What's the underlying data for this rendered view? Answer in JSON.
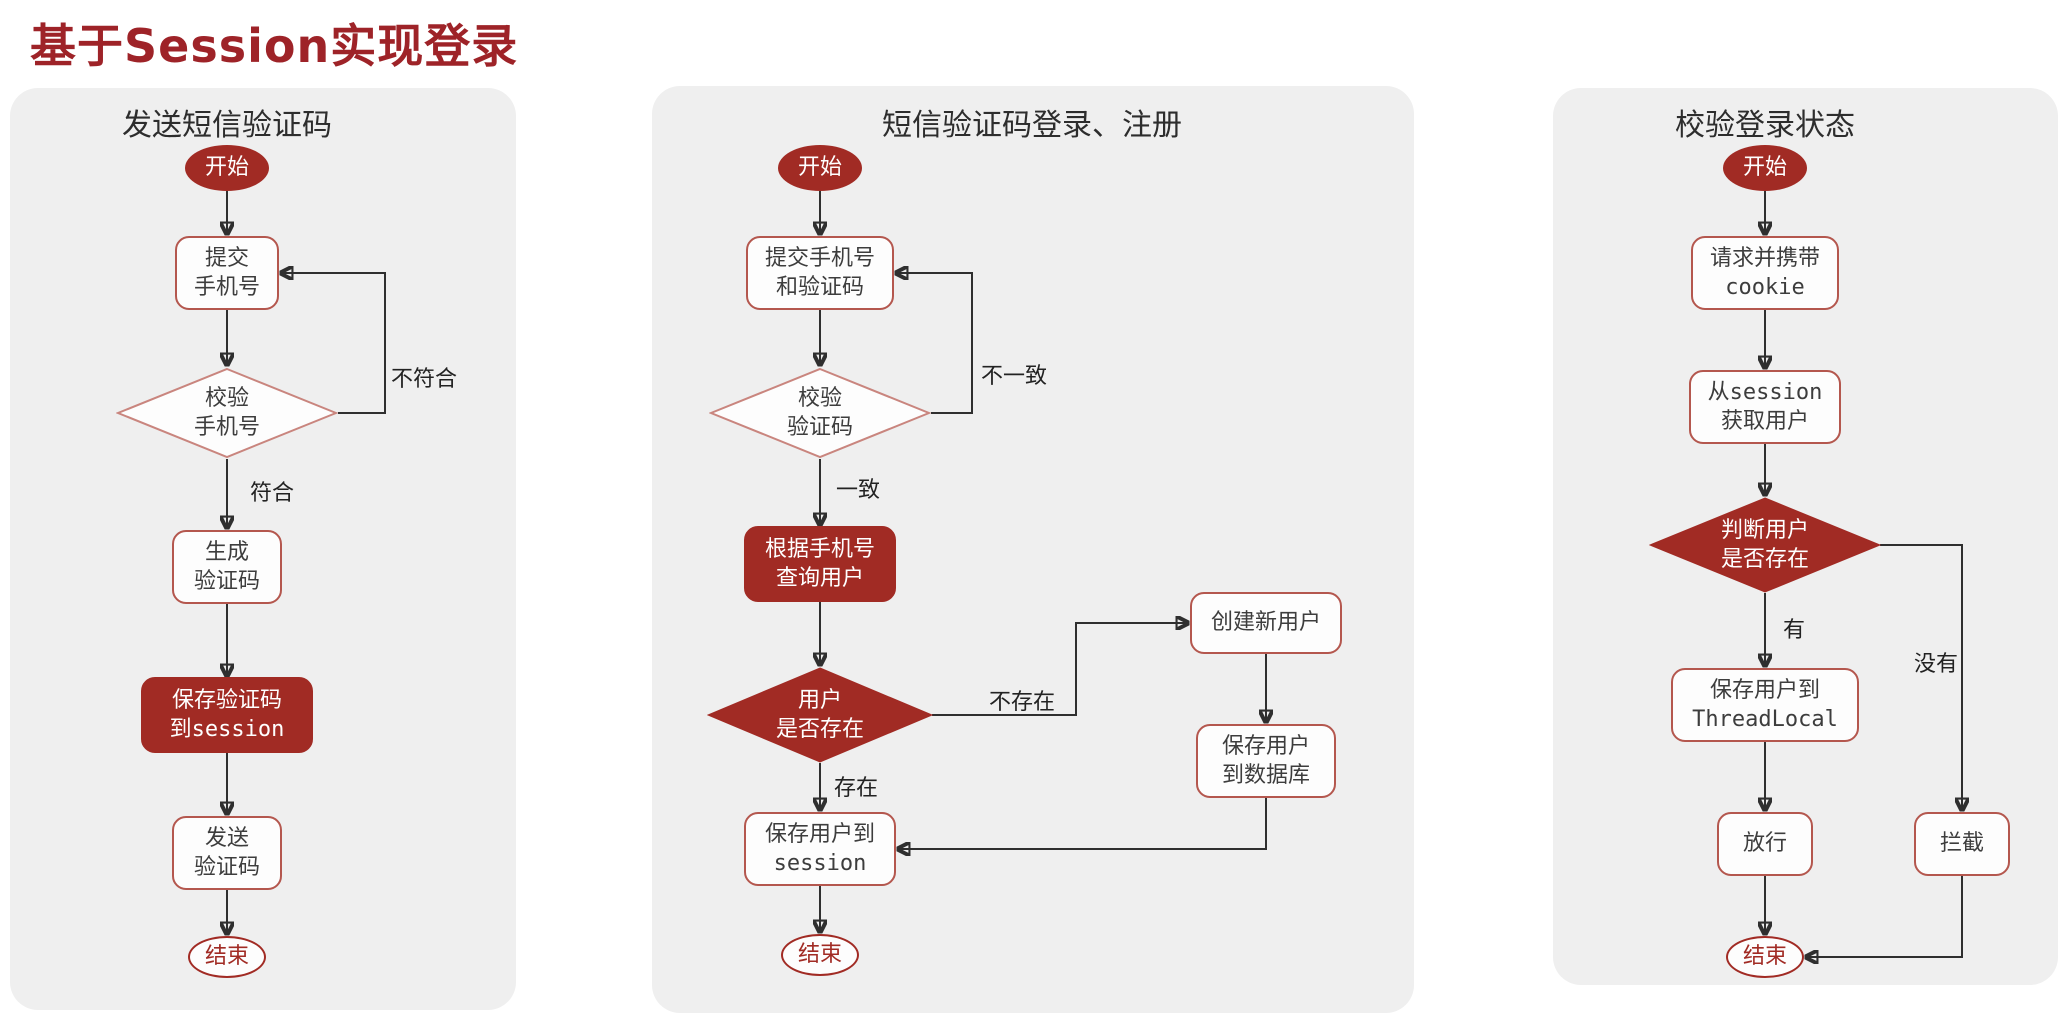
{
  "page_title": "基于Session实现登录",
  "colors": {
    "accent": "#a12b24",
    "panel_bg": "#efefef",
    "node_border": "#b4574e",
    "diamond_border": "#c9857e"
  },
  "panels": [
    {
      "title": "发送短信验证码",
      "nodes": {
        "start": "开始",
        "submit_phone": "提交\n手机号",
        "check_phone": "校验\n手机号",
        "generate_code": "生成\n验证码",
        "save_code": "保存验证码\n到session",
        "send_code": "发送\n验证码",
        "end": "结束"
      },
      "labels": {
        "fail": "不符合",
        "pass": "符合"
      }
    },
    {
      "title": "短信验证码登录、注册",
      "nodes": {
        "start": "开始",
        "submit": "提交手机号\n和验证码",
        "check_code": "校验\n验证码",
        "query_user": "根据手机号\n查询用户",
        "user_exists": "用户\n是否存在",
        "create_user": "创建新用户",
        "save_db": "保存用户\n到数据库",
        "save_session": "保存用户到\nsession",
        "end": "结束"
      },
      "labels": {
        "mismatch": "不一致",
        "match": "一致",
        "not_exist": "不存在",
        "exist": "存在"
      }
    },
    {
      "title": "校验登录状态",
      "nodes": {
        "start": "开始",
        "request_cookie": "请求并携带\ncookie",
        "get_user": "从session\n获取用户",
        "judge_user": "判断用户\n是否存在",
        "save_threadlocal": "保存用户到\nThreadLocal",
        "pass": "放行",
        "block": "拦截",
        "end": "结束"
      },
      "labels": {
        "yes": "有",
        "no": "没有"
      }
    }
  ]
}
